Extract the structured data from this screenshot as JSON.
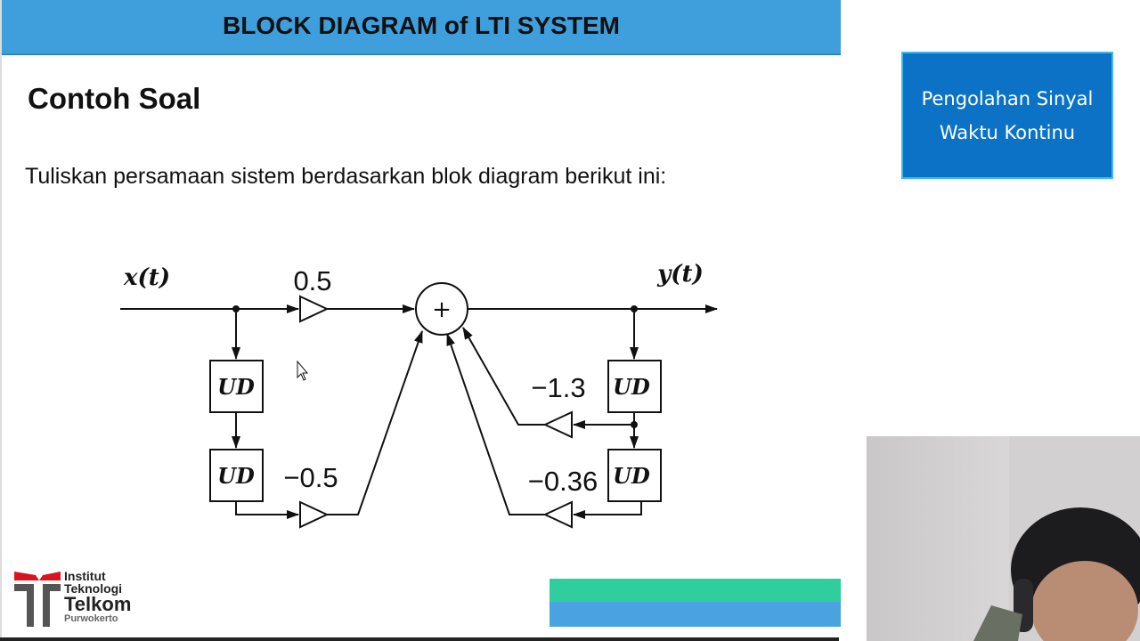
{
  "header": {
    "title": "BLOCK DIAGRAM of LTI SYSTEM"
  },
  "slide": {
    "subtitle": "Contoh Soal",
    "instruction": "Tuliskan persamaan sistem berdasarkan blok diagram berikut ini:"
  },
  "diagram": {
    "input_label": "x(t)",
    "output_label": "y(t)",
    "adder_symbol": "+",
    "delay_label": "UD",
    "gains": {
      "forward_top": "0.5",
      "forward_bottom": "−0.5",
      "feedback_top": "−1.3",
      "feedback_bottom": "−0.36"
    }
  },
  "logo": {
    "line1": "Institut",
    "line2": "Teknologi",
    "line3": "Telkom",
    "line4": "Purwokerto"
  },
  "course_box": {
    "line1": "Pengolahan Sinyal",
    "line2": "Waktu Kontinu"
  },
  "colors": {
    "header": "#3f9fdc",
    "course_box": "#0b72c6",
    "bar_teal": "#2fcf9d",
    "bar_blue": "#4aa3e0",
    "logo_red": "#d7141f"
  }
}
